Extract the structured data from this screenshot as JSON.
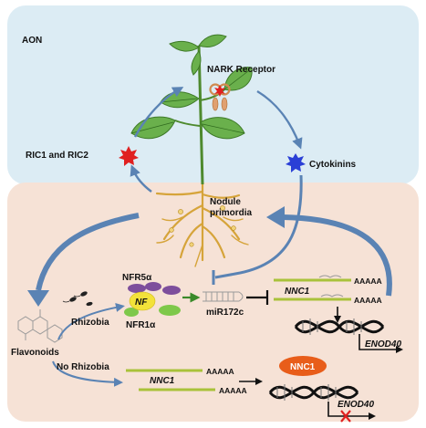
{
  "panels": {
    "top_label": "AON"
  },
  "labels": {
    "nark": "NARK Receptor",
    "ric": "RIC1 and RIC2",
    "cytokinins": "Cytokinins",
    "nodule_line1": "Nodule",
    "nodule_line2": "primordia",
    "nfr5": "NFR5α",
    "nfr1": "NFR1α",
    "nf": "NF",
    "rhizobia": "Rhizobia",
    "no_rhizobia": "No Rhizobia",
    "flavonoids": "Flavonoids",
    "mir": "miR172c",
    "nnc1_top": "NNC1",
    "nnc1_bottom": "NNC1",
    "nnc1_protein": "NNC1",
    "polya_1": "AAAAA",
    "polya_2": "AAAAA",
    "polya_3": "AAAAA",
    "polya_4": "AAAAA",
    "enod40_top": "ENOD40",
    "enod40_bottom": "ENOD40"
  },
  "colors": {
    "top_panel": "#dcecf4",
    "bottom_panel": "#f6e2d6",
    "arrow_blue": "#5a83b4",
    "rna_green": "#a9c23a",
    "leaf_green": "#6ab04c",
    "root_yellow": "#d6a43a",
    "nnc1_orange": "#e85d1a",
    "red_star": "#e02020",
    "blue_star": "#2a3fd6"
  }
}
